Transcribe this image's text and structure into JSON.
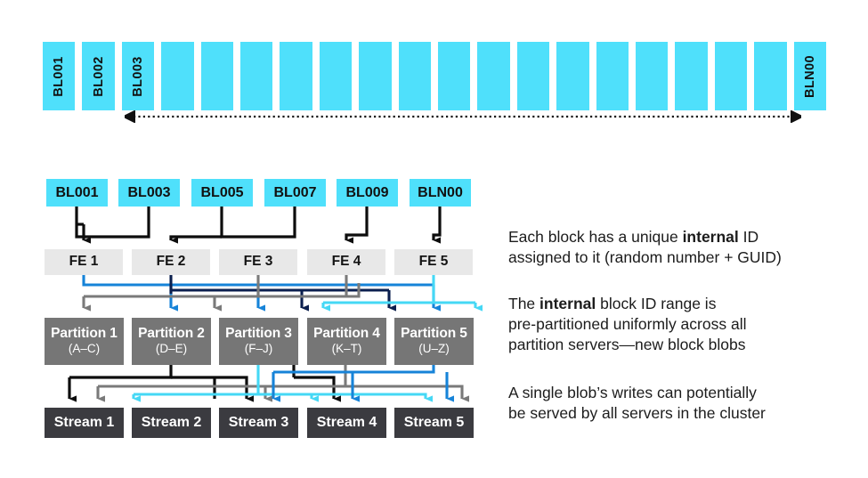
{
  "diagram": {
    "title": "Block blob write path across front-ends, partitions and streams",
    "colors": {
      "block_cyan": "#4FE0FB",
      "fe_gray": "#E8E8E8",
      "partition_gray": "#767676",
      "stream_dark": "#3B3B40",
      "wire_black": "#0D0D0D",
      "wire_gray": "#7A7A7A",
      "wire_blue": "#1683D8",
      "wire_navy": "#0B1F4E",
      "wire_cyan": "#45D8F5",
      "text_dark": "#1c1c1c",
      "background": "#ffffff"
    }
  },
  "block_strip": {
    "total_blocks": 20,
    "labeled": [
      {
        "index": 0,
        "label": "BL001"
      },
      {
        "index": 1,
        "label": "BL002"
      },
      {
        "index": 2,
        "label": "BL003"
      },
      {
        "index": 19,
        "label": "BLN00"
      }
    ],
    "span_arrow": {
      "style": "dotted",
      "direction": "double",
      "name": "block-range-span-arrow"
    }
  },
  "blocks_row": {
    "items": [
      {
        "label": "BL001"
      },
      {
        "label": "BL003"
      },
      {
        "label": "BL005"
      },
      {
        "label": "BL007"
      },
      {
        "label": "BL009"
      },
      {
        "label": "BLN00"
      }
    ]
  },
  "frontends_row": {
    "items": [
      {
        "label": "FE 1"
      },
      {
        "label": "FE 2"
      },
      {
        "label": "FE 3"
      },
      {
        "label": "FE 4"
      },
      {
        "label": "FE 5"
      }
    ]
  },
  "partitions_row": {
    "items": [
      {
        "title": "Partition 1",
        "range": "(A–C)"
      },
      {
        "title": "Partition 2",
        "range": "(D–E)"
      },
      {
        "title": "Partition 3",
        "range": "(F–J)"
      },
      {
        "title": "Partition 4",
        "range": "(K–T)"
      },
      {
        "title": "Partition 5",
        "range": "(U–Z)"
      }
    ]
  },
  "streams_row": {
    "items": [
      {
        "label": "Stream 1"
      },
      {
        "label": "Stream 2"
      },
      {
        "label": "Stream 3"
      },
      {
        "label": "Stream 4"
      },
      {
        "label": "Stream 5"
      }
    ]
  },
  "captions": [
    {
      "id": "caption-internal-id",
      "line1_a": "Each block has a unique ",
      "line1_bold": "internal",
      "line1_b": " ID",
      "line2": "assigned to it (random number + GUID)"
    },
    {
      "id": "caption-prepartitioned",
      "line1_a": "The ",
      "line1_bold": "internal",
      "line1_b": " block ID range is",
      "line2": "pre-partitioned uniformly across all",
      "line3": "partition servers—new block blobs"
    },
    {
      "id": "caption-all-servers",
      "line1": "A single blob’s writes can potentially",
      "line2": "be served by all servers in the cluster"
    }
  ]
}
